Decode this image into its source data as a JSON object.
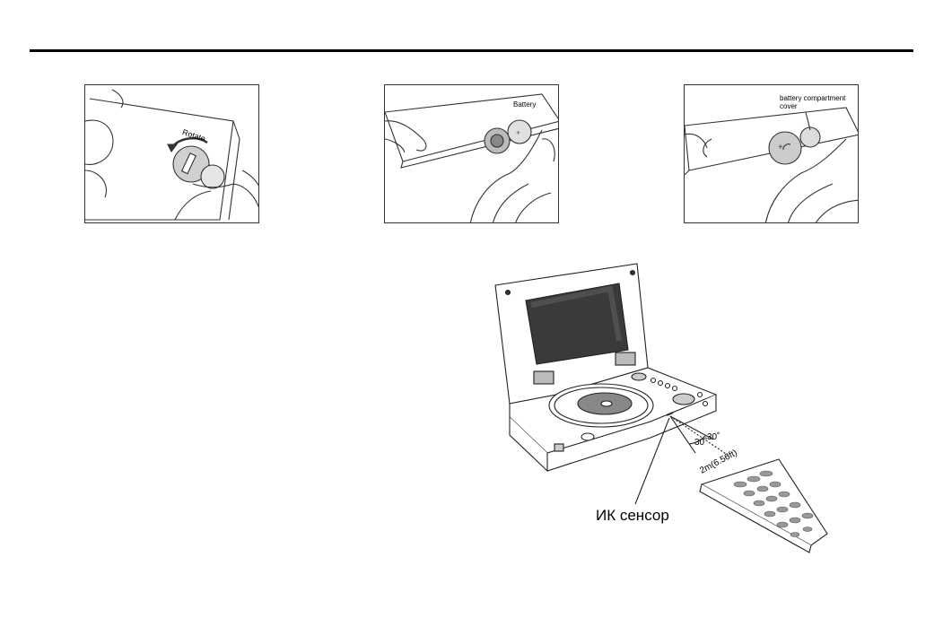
{
  "figures": {
    "step1": {
      "rotate_label": "Rotate"
    },
    "step2": {
      "battery_label": "Battery"
    },
    "step3": {
      "cover_label_line1": "battery compartment",
      "cover_label_line2": "cover"
    }
  },
  "player": {
    "angle_left": "30˚",
    "angle_right": "30˚",
    "distance": "2m(6.56ft)",
    "sensor_label": "ИК сенсор"
  },
  "colors": {
    "ink": "#000000",
    "line": "#333333",
    "paper": "#ffffff"
  }
}
